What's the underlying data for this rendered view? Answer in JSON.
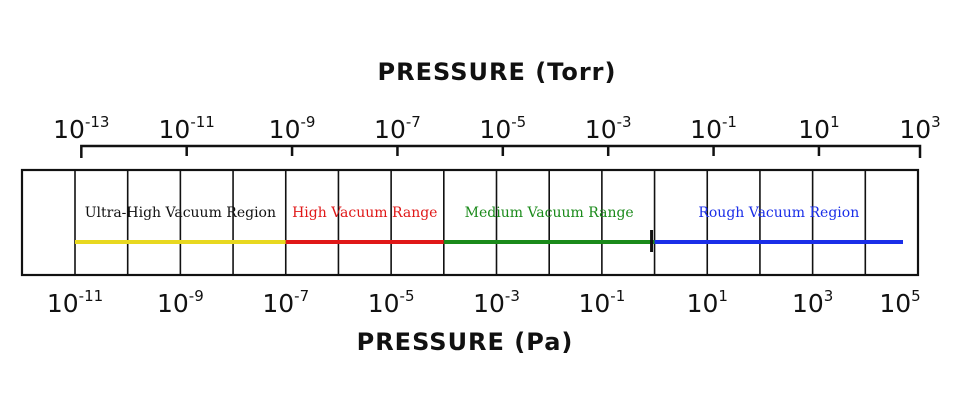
{
  "torr_axis": {
    "title": "PRESSURE (Torr)",
    "ticks": [
      {
        "base": "10",
        "exp": "-13"
      },
      {
        "base": "10",
        "exp": "-11"
      },
      {
        "base": "10",
        "exp": "-9"
      },
      {
        "base": "10",
        "exp": "-7"
      },
      {
        "base": "10",
        "exp": "-5"
      },
      {
        "base": "10",
        "exp": "-3"
      },
      {
        "base": "10",
        "exp": "-1"
      },
      {
        "base": "10",
        "exp": "1"
      },
      {
        "base": "10",
        "exp": "3"
      }
    ]
  },
  "pa_axis": {
    "title": "PRESSURE (Pa)",
    "ticks": [
      {
        "base": "10",
        "exp": "-11"
      },
      {
        "base": "10",
        "exp": "-9"
      },
      {
        "base": "10",
        "exp": "-7"
      },
      {
        "base": "10",
        "exp": "-5"
      },
      {
        "base": "10",
        "exp": "-3"
      },
      {
        "base": "10",
        "exp": "-1"
      },
      {
        "base": "10",
        "exp": "1"
      },
      {
        "base": "10",
        "exp": "3"
      },
      {
        "base": "10",
        "exp": "5"
      }
    ]
  },
  "regions": [
    {
      "label": "Ultra-High Vacuum Region",
      "color": "#e8d820",
      "label_color": "#111111",
      "from_pa_exp": -11,
      "to_pa_exp": -7
    },
    {
      "label": "High Vacuum Range",
      "color": "#e01818",
      "label_color": "#e01818",
      "from_pa_exp": -7,
      "to_pa_exp": -4
    },
    {
      "label": "Medium Vacuum Range",
      "color": "#1a8a1a",
      "label_color": "#1a8a1a",
      "from_pa_exp": -4,
      "to_pa_exp": 0
    },
    {
      "label": "Rough Vacuum Region",
      "color": "#1a2ee8",
      "label_color": "#1a2ee8",
      "from_pa_exp": 0,
      "to_pa_exp": 5
    }
  ]
}
